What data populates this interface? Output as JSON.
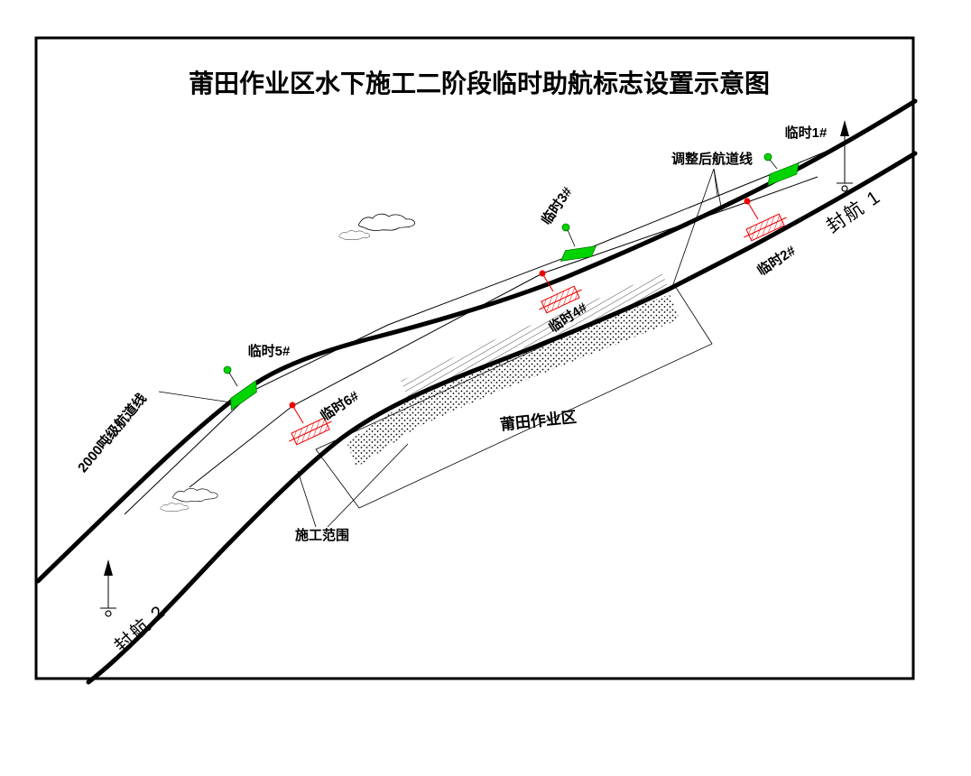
{
  "drawing": {
    "title": "莆田作业区水下施工二阶段临时助航标志设置示意图",
    "labels": {
      "temp1": "临时1#",
      "temp2": "临时2#",
      "temp3": "临时3#",
      "temp4": "临时4#",
      "temp5": "临时5#",
      "temp6": "临时6#",
      "adjusted_channel": "调整后航道线",
      "channel_2000t": "2000吨级航道线",
      "work_area": "莆田作业区",
      "construction_scope": "施工范围",
      "closed_channel_1": "封航 1",
      "closed_channel_2": "封航 2"
    },
    "marks": [
      {
        "label": "临时1#",
        "type": "green-buoy"
      },
      {
        "label": "临时2#",
        "type": "red-beacon"
      },
      {
        "label": "临时3#",
        "type": "green-buoy"
      },
      {
        "label": "临时4#",
        "type": "red-beacon"
      },
      {
        "label": "临时5#",
        "type": "green-buoy"
      },
      {
        "label": "临时6#",
        "type": "red-beacon"
      }
    ],
    "colors": {
      "green_buoy": "#00d400",
      "red_beacon": "#f00000",
      "line": "#000000",
      "background": "#ffffff"
    }
  }
}
